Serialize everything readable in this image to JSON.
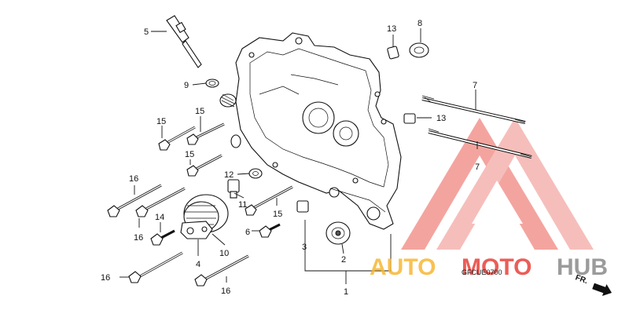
{
  "diagram": {
    "labels": {
      "p1": "1",
      "p2": "2",
      "p3": "3",
      "p4": "4",
      "p5": "5",
      "p6": "6",
      "p7a": "7",
      "p7b": "7",
      "p8": "8",
      "p9": "9",
      "p10": "10",
      "p11": "11",
      "p12": "12",
      "p13a": "13",
      "p13b": "13",
      "p14": "14",
      "p15a": "15",
      "p15b": "15",
      "p15c": "15",
      "p15d": "15",
      "p16a": "16",
      "p16b": "16",
      "p16c": "16",
      "p16d": "16"
    },
    "figure_code": "GFCUE0700",
    "direction_marker": "FR."
  },
  "watermark": {
    "brand_a": "AUTO",
    "brand_b": "MOTO",
    "brand_c": "HUB",
    "colors": {
      "orange": "#f7b733",
      "red": "#e8413a",
      "grey": "#8a8a8a"
    }
  }
}
